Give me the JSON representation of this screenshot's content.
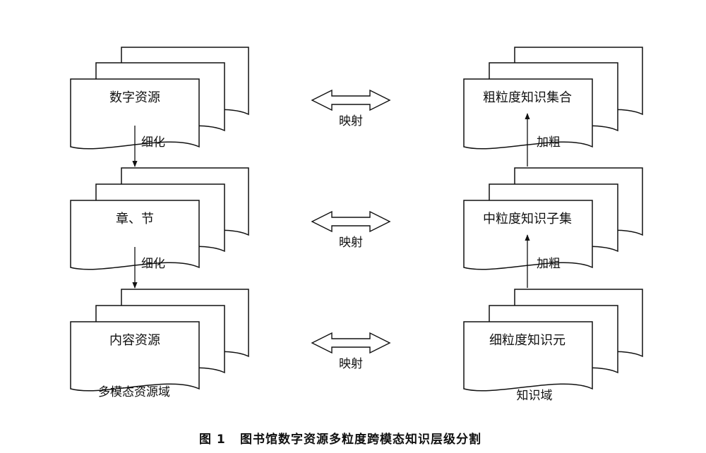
{
  "left_domain": {
    "title": "多模态资源域",
    "levels": [
      {
        "label": "数字资源"
      },
      {
        "label": "章、节"
      },
      {
        "label": "内容资源"
      }
    ],
    "edges": [
      {
        "label": "细化"
      },
      {
        "label": "细化"
      }
    ]
  },
  "right_domain": {
    "title": "知识域",
    "levels": [
      {
        "label": "粗粒度知识集合"
      },
      {
        "label": "中粒度知识子集"
      },
      {
        "label": "细粒度知识元"
      }
    ],
    "edges": [
      {
        "label": "加粗"
      },
      {
        "label": "加粗"
      }
    ]
  },
  "mappings": [
    {
      "label": "映射"
    },
    {
      "label": "映射"
    },
    {
      "label": "映射"
    }
  ],
  "caption": {
    "figure_no": "图 1",
    "title": "图书馆数字资源多粒度跨模态知识层级分割"
  }
}
